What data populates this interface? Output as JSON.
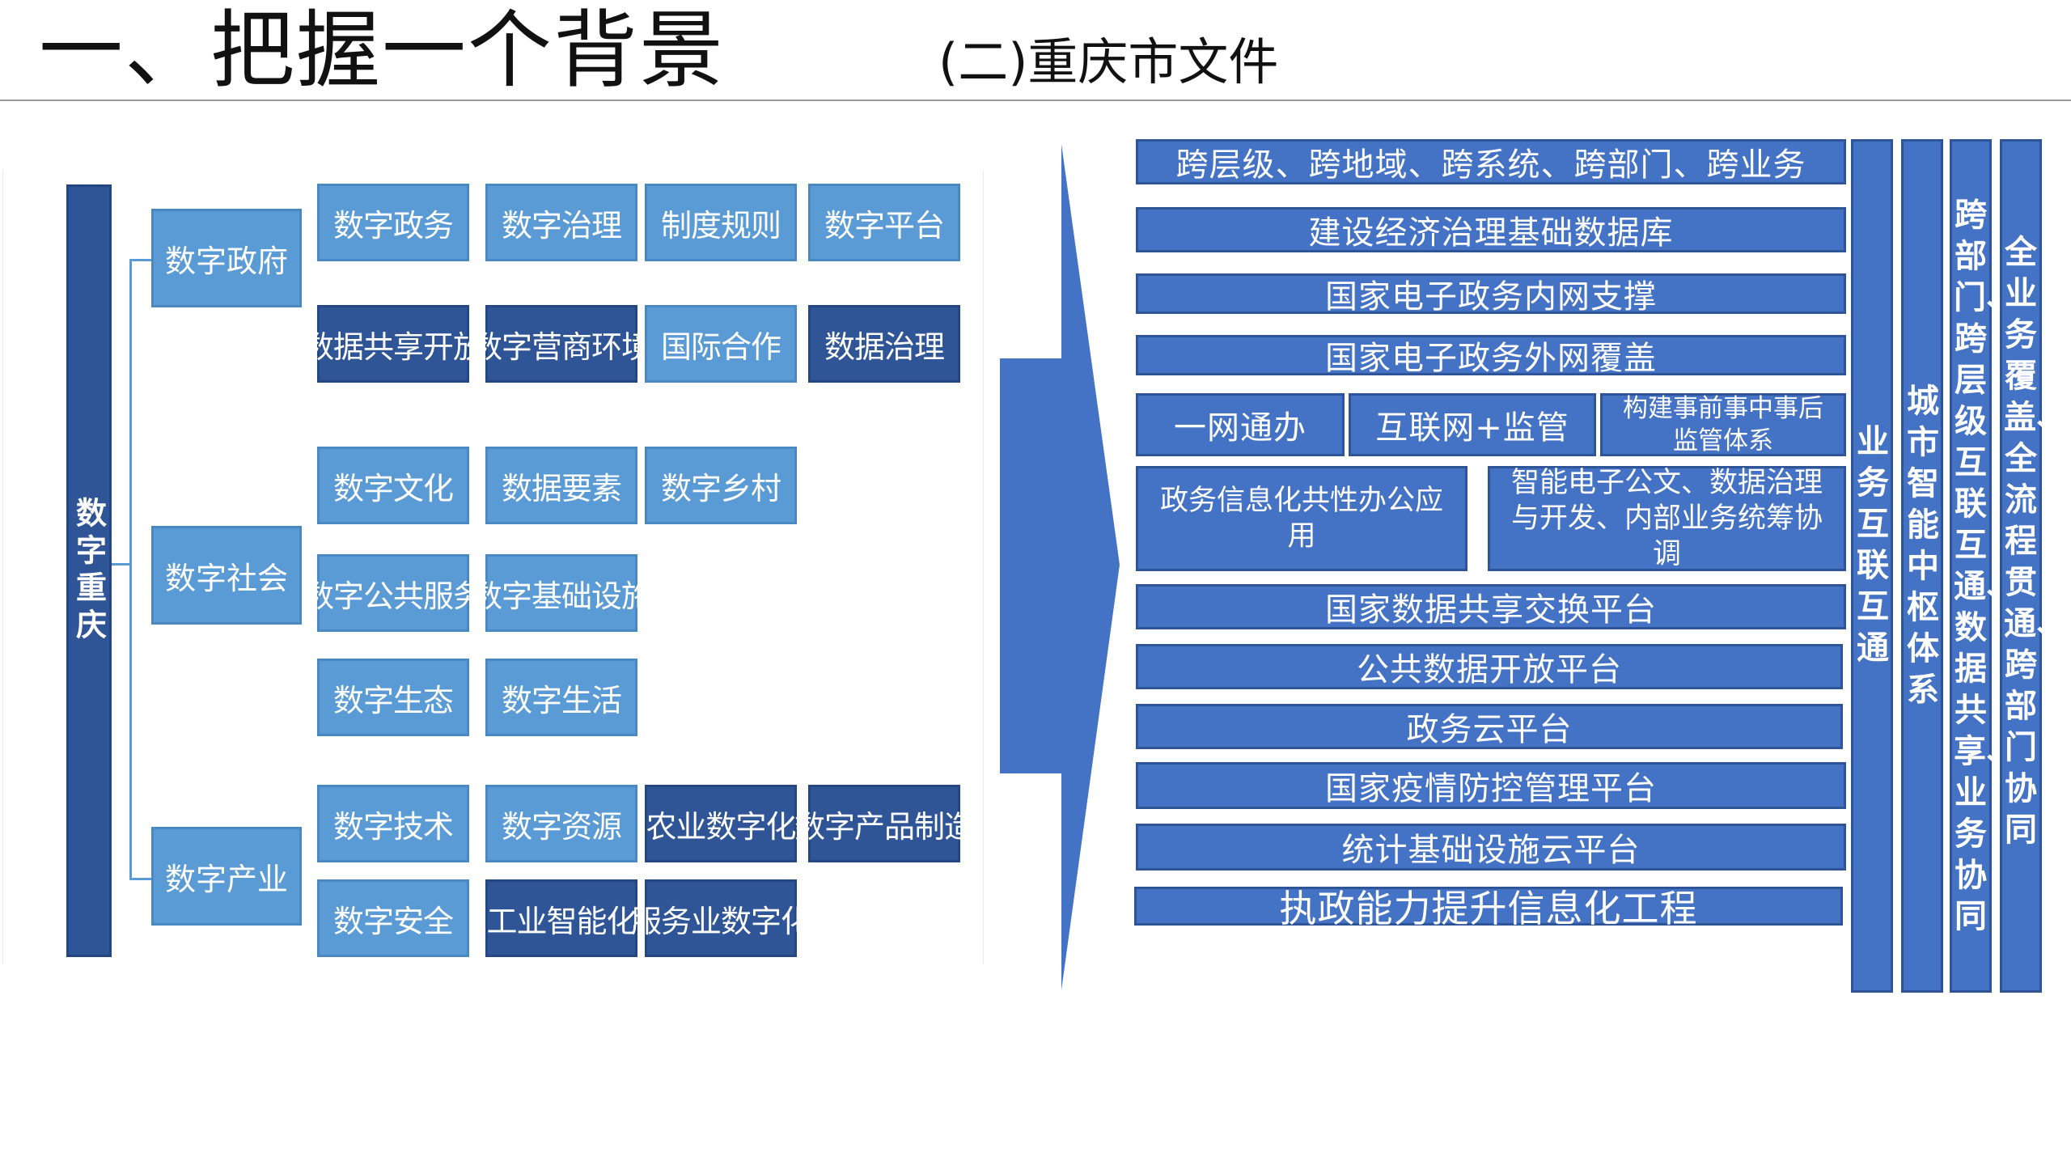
{
  "header": {
    "title": "一、把握一个背景",
    "subtitle": "(二)重庆市文件"
  },
  "left": {
    "root": "数字重庆",
    "categories": [
      "数字政府",
      "数字社会",
      "数字产业"
    ],
    "items": [
      "数字政务",
      "数字治理",
      "制度规则",
      "数字平台",
      "数据共享开放",
      "数字营商环境",
      "国际合作",
      "数据治理",
      "数字文化",
      "数据要素",
      "数字乡村",
      "数字公共服务",
      "数字基础设施",
      "数字生态",
      "数字生活",
      "数字技术",
      "数字资源",
      "农业数字化",
      "数字产品制造",
      "数字安全",
      "工业智能化",
      "服务业数字化"
    ]
  },
  "right": {
    "rows": [
      "跨层级、跨地域、跨系统、跨部门、跨业务",
      "建设经济治理基础数据库",
      "国家电子政务内网支撑",
      "国家电子政务外网覆盖",
      "一网通办",
      "互联网+监管",
      "构建事前事中事后监管体系",
      "政务信息化共性办公应用",
      "智能电子公文、数据治理与开发、内部业务统筹协调",
      "国家数据共享交换平台",
      "公共数据开放平台",
      "政务云平台",
      "国家疫情防控管理平台",
      "统计基础设施云平台",
      "执政能力提升信息化工程"
    ],
    "columns": [
      "业务互联互通",
      "城市智能中枢体系",
      "跨部门、跨层级互联互通、数据共享、业务协同",
      "全业务覆盖、全流程贯通、跨部门协同"
    ]
  },
  "colors": {
    "light_box": "#5b9bd5",
    "dark_box": "#2f5596",
    "right_box": "#4472c4",
    "arrow": "#4472c4"
  }
}
